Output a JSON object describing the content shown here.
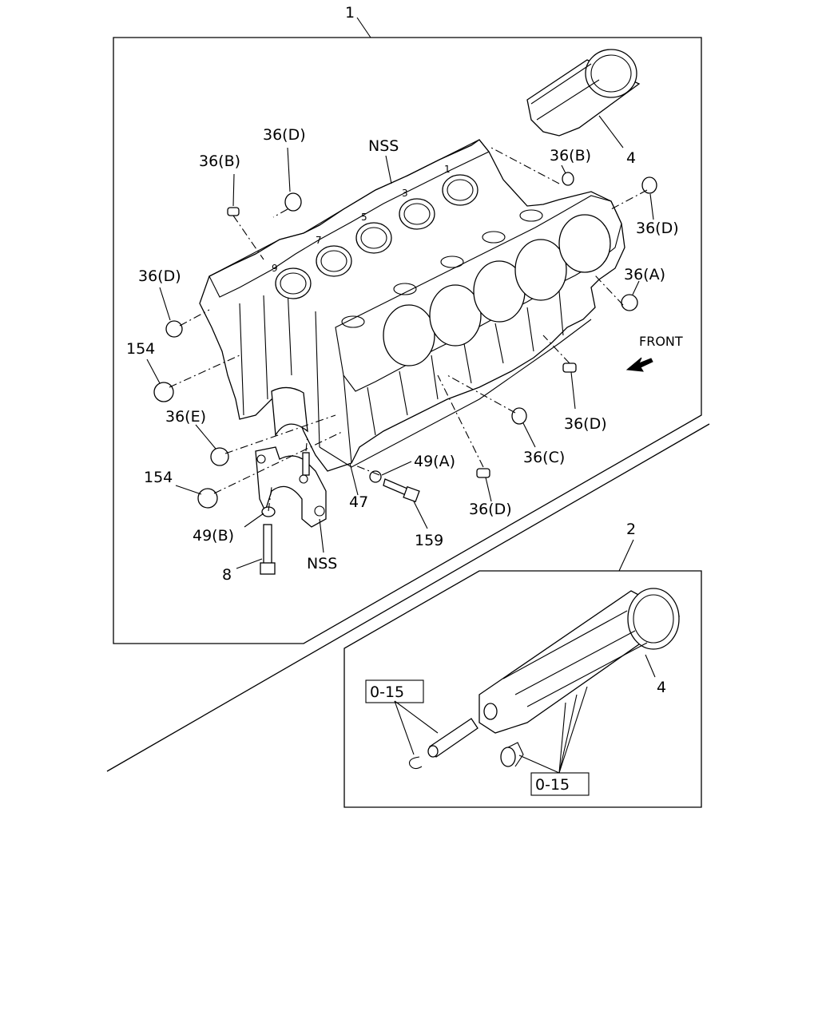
{
  "diagram": {
    "callouts": {
      "assembly_main": "1",
      "assembly_kit": "2",
      "liner_main": "4",
      "liner_kit": "4",
      "nss_top": "NSS",
      "nss_bottom": "NSS",
      "plug_36b_left": "36(B)",
      "plug_36d_top": "36(D)",
      "plug_36b_right": "36(B)",
      "plug_36d_right": "36(D)",
      "plug_36a": "36(A)",
      "plug_36d_left": "36(D)",
      "plug_36d_front": "36(D)",
      "plug_36c": "36(C)",
      "plug_36d_bottom": "36(D)",
      "plug_36e": "36(E)",
      "plug_154_upper": "154",
      "plug_154_lower": "154",
      "washer_49a": "49(A)",
      "washer_49b": "49(B)",
      "pin_47": "47",
      "bolt_159": "159",
      "bolt_8": "8",
      "ref_015_left": "0-15",
      "ref_015_right": "0-15"
    },
    "direction": {
      "label": "FRONT"
    },
    "block_bore_numbers": [
      "9",
      "7",
      "5",
      "3",
      "1"
    ]
  }
}
